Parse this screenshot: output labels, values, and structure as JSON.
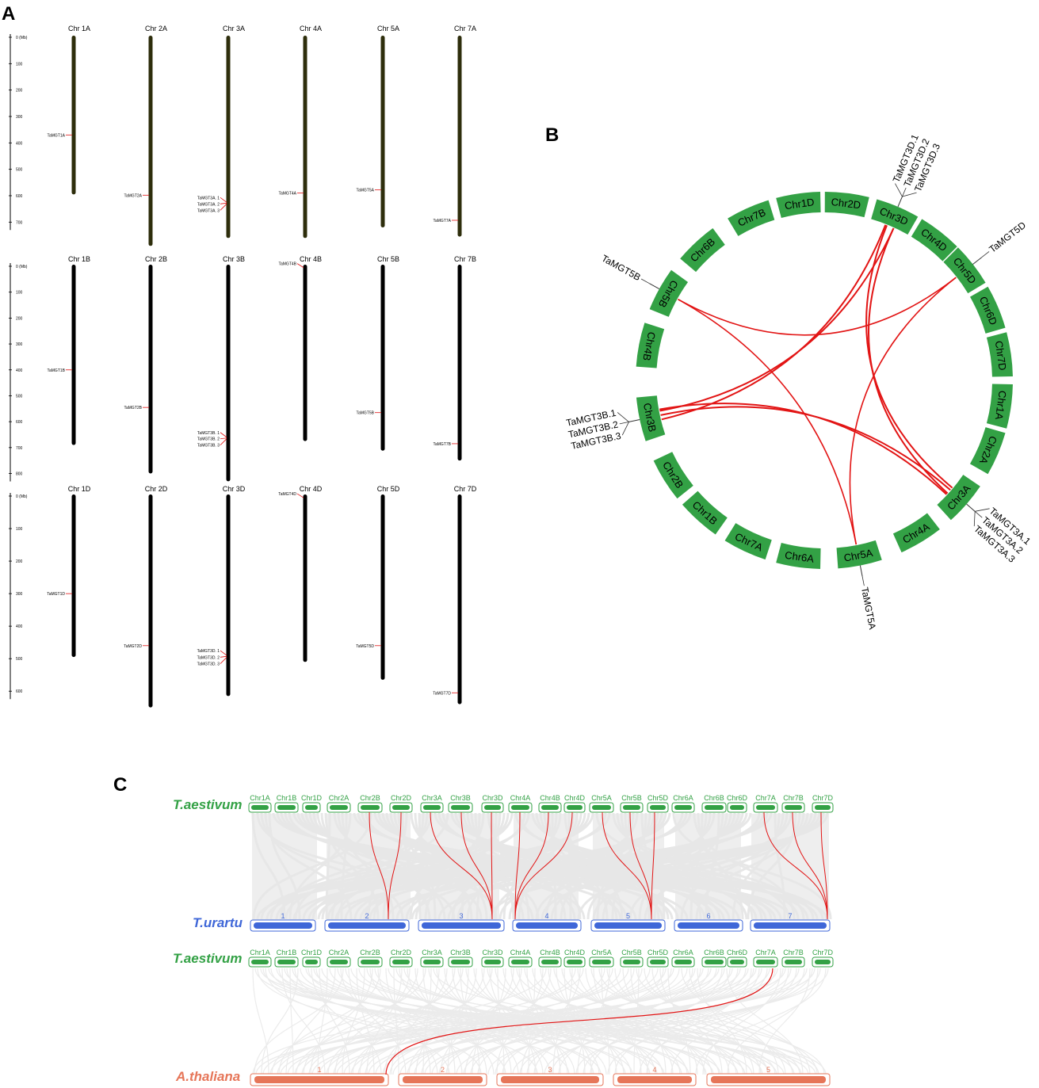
{
  "panels": {
    "a": "A",
    "b": "B",
    "c": "C"
  },
  "colors": {
    "chrA": "#2e2e0c",
    "chrOther": "#000000",
    "red": "#e21414",
    "green": "#33a145",
    "blue": "#3f67d8",
    "orange": "#e67659",
    "grey": "#e7e7e7"
  },
  "panel_a": {
    "unit_label": "0 (Mb)",
    "rows": [
      {
        "ticks": [
          "0 (Mb)",
          "100",
          "200",
          "300",
          "400",
          "500",
          "600",
          "700"
        ],
        "chromosomes": [
          {
            "name": "Chr 1A",
            "length": 595,
            "genes": [
              {
                "label": "TaMGT1A",
                "pos": 370
              }
            ]
          },
          {
            "name": "Chr 2A",
            "length": 790,
            "genes": [
              {
                "label": "TaMGT2A",
                "pos": 598
              }
            ]
          },
          {
            "name": "Chr 3A",
            "length": 760,
            "genes": [
              {
                "label": "TaMGT3A. 1",
                "pos": 625
              },
              {
                "label": "TaMGT3A. 2",
                "pos": 628
              },
              {
                "label": "TaMGT3A. 3",
                "pos": 631
              }
            ]
          },
          {
            "name": "Chr 4A",
            "length": 760,
            "genes": [
              {
                "label": "TaMGT4A",
                "pos": 590
              }
            ]
          },
          {
            "name": "Chr 5A",
            "length": 720,
            "genes": [
              {
                "label": "TaMGT5A",
                "pos": 578
              }
            ]
          },
          {
            "name": "Chr 7A",
            "length": 755,
            "genes": [
              {
                "label": "TaMGT7A",
                "pos": 693
              }
            ]
          }
        ]
      },
      {
        "ticks": [
          "0 (Mb)",
          "100",
          "200",
          "300",
          "400",
          "500",
          "600",
          "700",
          "800"
        ],
        "chromosomes": [
          {
            "name": "Chr 1B",
            "length": 690,
            "genes": [
              {
                "label": "TaMGT1B",
                "pos": 400
              }
            ]
          },
          {
            "name": "Chr 2B",
            "length": 800,
            "genes": [
              {
                "label": "TaMGT2B",
                "pos": 545
              }
            ]
          },
          {
            "name": "Chr 3B",
            "length": 830,
            "genes": [
              {
                "label": "TaMGT3B. 1",
                "pos": 660
              },
              {
                "label": "TaMGT3B. 2",
                "pos": 663
              },
              {
                "label": "TaMGT3B. 3",
                "pos": 666
              }
            ]
          },
          {
            "name": "Chr 4B",
            "length": 675,
            "genes": [
              {
                "label": "TaMGT4B",
                "pos": 5
              }
            ]
          },
          {
            "name": "Chr 5B",
            "length": 712,
            "genes": [
              {
                "label": "TaMGT5B",
                "pos": 565
              }
            ]
          },
          {
            "name": "Chr 7B",
            "length": 750,
            "genes": [
              {
                "label": "TaMGT7B",
                "pos": 685
              }
            ]
          }
        ]
      },
      {
        "ticks": [
          "0 (Mb)",
          "100",
          "200",
          "300",
          "400",
          "500",
          "600"
        ],
        "chromosomes": [
          {
            "name": "Chr 1D",
            "length": 495,
            "genes": [
              {
                "label": "TaMGT1D",
                "pos": 300
              }
            ]
          },
          {
            "name": "Chr 2D",
            "length": 650,
            "genes": [
              {
                "label": "TaMGT2D",
                "pos": 460
              }
            ]
          },
          {
            "name": "Chr 3D",
            "length": 615,
            "genes": [
              {
                "label": "TaMGT3D. 1",
                "pos": 490
              },
              {
                "label": "TaMGT3D. 2",
                "pos": 493
              },
              {
                "label": "TaMGT3D. 3",
                "pos": 496
              }
            ]
          },
          {
            "name": "Chr 4D",
            "length": 510,
            "genes": [
              {
                "label": "TaMGT4D",
                "pos": 5
              }
            ]
          },
          {
            "name": "Chr 5D",
            "length": 565,
            "genes": [
              {
                "label": "TaMGT5D",
                "pos": 460
              }
            ]
          },
          {
            "name": "Chr 7D",
            "length": 640,
            "genes": [
              {
                "label": "TaMGT7D",
                "pos": 605
              }
            ]
          }
        ]
      }
    ]
  },
  "panel_b": {
    "chromosomes": [
      "Chr1A",
      "Chr2A",
      "Chr3A",
      "Chr4A",
      "Chr5A",
      "Chr6A",
      "Chr7A",
      "Chr1B",
      "Chr2B",
      "Chr3B",
      "Chr4B",
      "Chr5B",
      "Chr6B",
      "Chr7B",
      "Chr1D",
      "Chr2D",
      "Chr3D",
      "Chr4D",
      "Chr5D",
      "Chr6D",
      "Chr7D"
    ],
    "gene_labels": [
      {
        "chr": "Chr3D",
        "lines": [
          "TaMGT3D.1",
          "TaMGT3D.2",
          "TaMGT3D.3"
        ]
      },
      {
        "chr": "Chr5D",
        "lines": [
          "TaMGT5D"
        ]
      },
      {
        "chr": "Chr5B",
        "lines": [
          "TaMGT5B"
        ]
      },
      {
        "chr": "Chr3B",
        "lines": [
          "TaMGT3B.3",
          "TaMGT3B.2",
          "TaMGT3B.1"
        ]
      },
      {
        "chr": "Chr3A",
        "lines": [
          "TaMGT3A.1",
          "TaMGT3A.2",
          "TaMGT3A.3"
        ]
      },
      {
        "chr": "Chr5A",
        "lines": [
          "TaMGT5A"
        ]
      }
    ],
    "links": [
      [
        "Chr3B",
        "Chr3D"
      ],
      [
        "Chr3B",
        "Chr3A"
      ],
      [
        "Chr3A",
        "Chr3D"
      ],
      [
        "Chr5B",
        "Chr5D"
      ],
      [
        "Chr5B",
        "Chr5A"
      ],
      [
        "Chr5A",
        "Chr5D"
      ],
      [
        "Chr3B",
        "Chr3D"
      ],
      [
        "Chr3A",
        "Chr3D"
      ]
    ]
  },
  "panel_c": {
    "species_top": "T.aestivum",
    "species_mid": "T.urartu",
    "species_top2": "T.aestivum",
    "species_bottom": "A.thaliana",
    "aestivum_chrs": [
      "Chr1A",
      "Chr1B",
      "Chr1D",
      "Chr2A",
      "Chr2B",
      "Chr2D",
      "Chr3A",
      "Chr3B",
      "Chr3D",
      "Chr4A",
      "Chr4B",
      "Chr4D",
      "Chr5A",
      "Chr5B",
      "Chr5D",
      "Chr6A",
      "Chr6B",
      "Chr6D",
      "Chr7A",
      "Chr7B",
      "Chr7D"
    ],
    "urartu_chrs": [
      "1",
      "2",
      "3",
      "4",
      "5",
      "6",
      "7"
    ],
    "thaliana_chrs": [
      "1",
      "2",
      "3",
      "4",
      "5"
    ]
  }
}
